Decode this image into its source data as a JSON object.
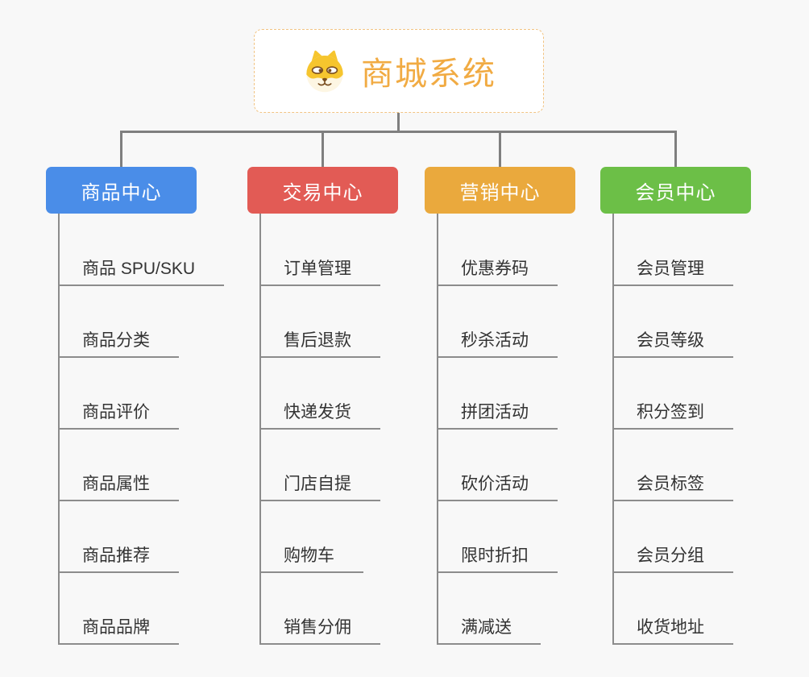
{
  "root": {
    "title": "商城系统",
    "icon": "dog-face-icon"
  },
  "branches": [
    {
      "label": "商品中心",
      "color": "#4a8de8",
      "items": [
        "商品 SPU/SKU",
        "商品分类",
        "商品评价",
        "商品属性",
        "商品推荐",
        "商品品牌"
      ]
    },
    {
      "label": "交易中心",
      "color": "#e25b55",
      "items": [
        "订单管理",
        "售后退款",
        "快递发货",
        "门店自提",
        "购物车",
        "销售分佣"
      ]
    },
    {
      "label": "营销中心",
      "color": "#eaa93d",
      "items": [
        "优惠券码",
        "秒杀活动",
        "拼团活动",
        "砍价活动",
        "限时折扣",
        "满减送"
      ]
    },
    {
      "label": "会员中心",
      "color": "#6cbf47",
      "items": [
        "会员管理",
        "会员等级",
        "积分签到",
        "会员标签",
        "会员分组",
        "收货地址"
      ]
    }
  ],
  "colors": {
    "background": "#f8f8f8",
    "connector": "#7f7f7f",
    "underline": "#8c8c8c",
    "root_text": "#f1ab43",
    "root_border": "#f1c382",
    "item_text": "#333333"
  }
}
